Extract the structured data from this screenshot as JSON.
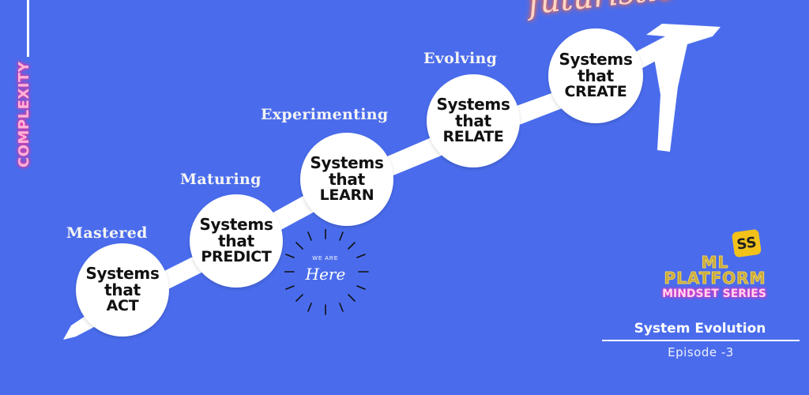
{
  "side_label": "COMPLEXITY",
  "corner_word": "futuristic",
  "stages": [
    {
      "label": "Mastered",
      "line1": "Systems",
      "line2": "that",
      "line3": "ACT"
    },
    {
      "label": "Maturing",
      "line1": "Systems",
      "line2": "that",
      "line3": "PREDICT"
    },
    {
      "label": "Experimenting",
      "line1": "Systems",
      "line2": "that",
      "line3": "LEARN"
    },
    {
      "label": "Evolving",
      "line1": "Systems",
      "line2": "that",
      "line3": "RELATE"
    },
    {
      "label": "",
      "line1": "Systems",
      "line2": "that",
      "line3": "CREATE"
    }
  ],
  "marker": {
    "small": "WE ARE",
    "big": "Here"
  },
  "brand": {
    "badge": "SS",
    "line1": "ML",
    "line2": "PLATFORM",
    "series": "MINDSET SERIES"
  },
  "footer": {
    "title": "System Evolution",
    "episode": "Episode -3"
  },
  "colors": {
    "background": "#4a6cec",
    "node": "#ffffff",
    "glow_pink": "#ff2d9a",
    "glow_orange": "#ff6a3d",
    "badge": "#f3c21a"
  }
}
